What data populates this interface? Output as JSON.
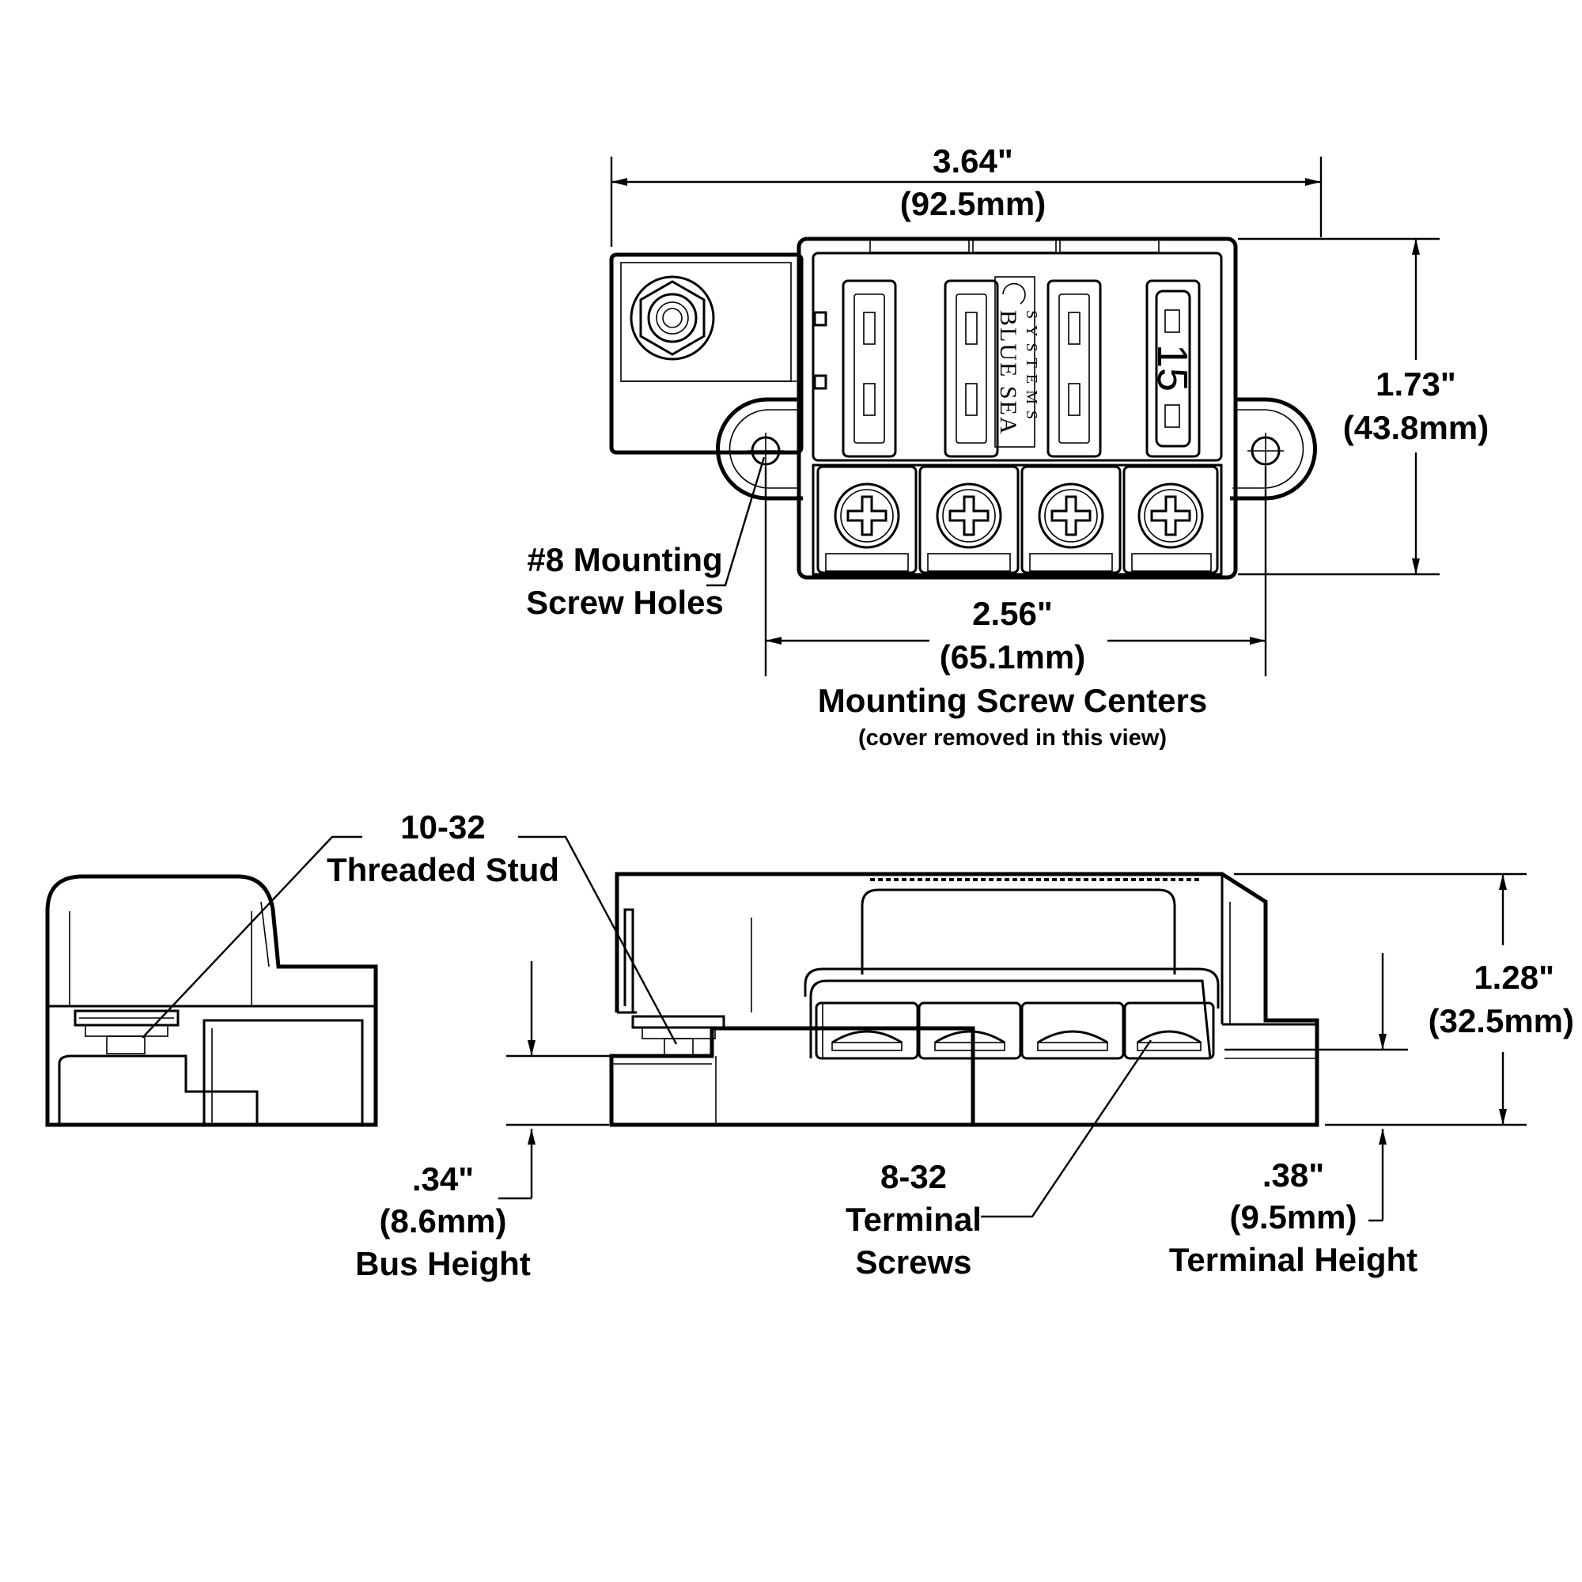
{
  "brand": {
    "line1": "BLUE SEA",
    "line2": "SYSTEMS"
  },
  "fuse_rating": "15",
  "dimensions": {
    "overall_width": {
      "inch": "3.64\"",
      "mm": "(92.5mm)"
    },
    "overall_depth": {
      "inch": "1.73\"",
      "mm": "(43.8mm)"
    },
    "screw_centers": {
      "inch": "2.56\"",
      "mm": "(65.1mm)",
      "label": "Mounting Screw Centers",
      "note": "(cover removed in this view)"
    },
    "overall_height": {
      "inch": "1.28\"",
      "mm": "(32.5mm)"
    },
    "bus_height": {
      "inch": ".34\"",
      "mm": "(8.6mm)",
      "label": "Bus Height"
    },
    "terminal_height": {
      "inch": ".38\"",
      "mm": "(9.5mm)",
      "label": "Terminal Height"
    }
  },
  "callouts": {
    "mounting_holes": {
      "line1": "#8 Mounting",
      "line2": "Screw Holes"
    },
    "stud": {
      "line1": "10-32",
      "line2": "Threaded Stud"
    },
    "terminal_screws": {
      "line1": "8-32",
      "line2": "Terminal",
      "line3": "Screws"
    }
  }
}
